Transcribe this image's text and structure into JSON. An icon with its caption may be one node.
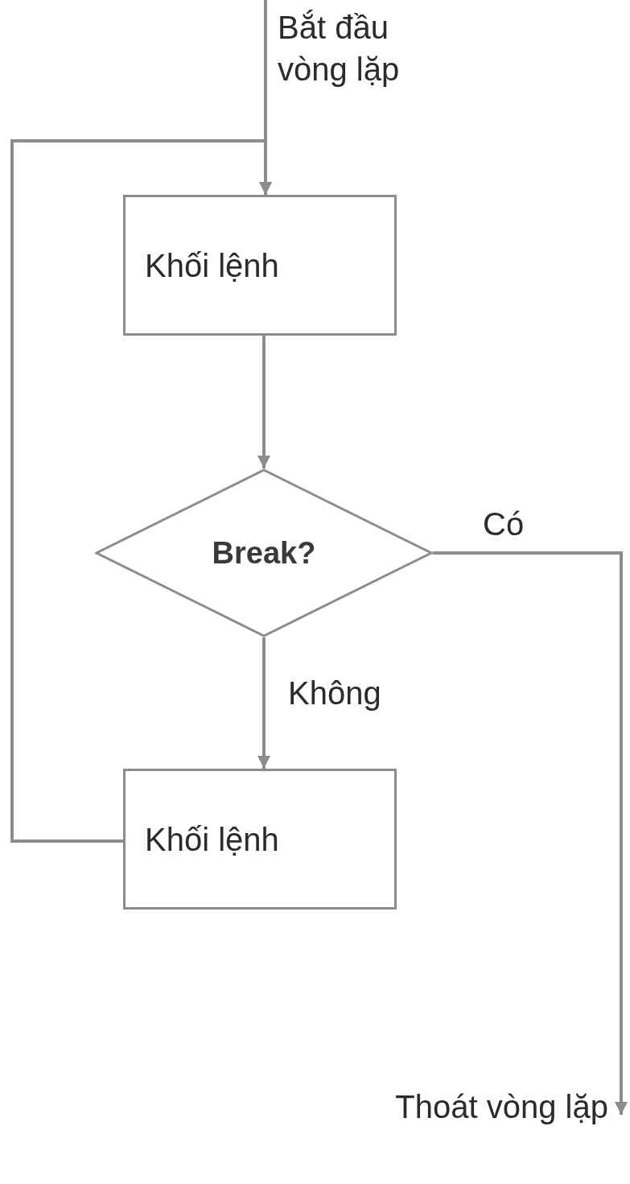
{
  "diagram": {
    "nodes": [
      {
        "text": [
          "Khối lệnh"
        ]
      },
      {
        "text": [
          "Break?"
        ]
      },
      {
        "text": [
          "Khối lệnh"
        ]
      },
      {
        "text": [
          "Thoát vòng lặp"
        ]
      }
    ],
    "edges": [
      {
        "from": null,
        "to": 0,
        "arrow": "to",
        "label": "Bắt đầu vòng lặp"
      },
      {
        "from": 2,
        "to": 0,
        "arrow": "to"
      },
      {
        "from": 0,
        "to": 1,
        "arrow": "to"
      },
      {
        "from": 1,
        "to": 2,
        "arrow": "to",
        "label": "Không"
      },
      {
        "from": 1,
        "to": 3,
        "arrow": "to",
        "label": "Có"
      }
    ]
  }
}
